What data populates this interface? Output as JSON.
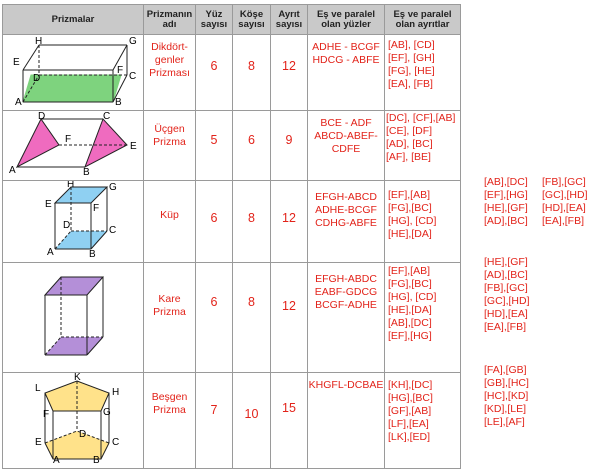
{
  "headers": {
    "prisms": "Prizmalar",
    "name": "Prizmanın adı",
    "faces": "Yüz sayısı",
    "vertices": "Köşe sayısı",
    "edges": "Ayrıt sayısı",
    "parallel_faces": "Eş ve paralel olan yüzler",
    "parallel_edges": "Eş ve paralel olan ayrıtlar"
  },
  "rows": [
    {
      "name": "Dikdört-\ngenler\nPrizması",
      "faces": "6",
      "vertices": "8",
      "edges": "12",
      "pfaces": "ADHE - BCGF\nHDCG - ABFE",
      "pedges": "[AB], [CD]\n[EF], [GH]\n[FG], [HE]\n[EA], [FB]",
      "extra": [],
      "labels": [
        "H",
        "G",
        "E",
        "F",
        "D",
        "C",
        "A",
        "B"
      ]
    },
    {
      "name": "Üçgen\nPrizma",
      "faces": "5",
      "vertices": "6",
      "edges": "9",
      "pfaces": "BCE - ADF\nABCD-ABEF-\nCDFE",
      "pedges": "[DC], [CF],[AB]\n[CE], [DF]\n[AD], [BC]\n[AF], [BE]",
      "extra": [],
      "labels": [
        "D",
        "C",
        "F",
        "E",
        "A",
        "B"
      ]
    },
    {
      "name": "Küp",
      "faces": "6",
      "vertices": "8",
      "edges": "12",
      "pfaces": "EFGH-ABCD\nADHE-BCGF\nCDHG-ABFE",
      "pedges": "[EF],[AB]\n[FG],[BC]\n[HG], [CD]\n[HE],[DA]",
      "extra": [
        "[AB],[DC]\n[EF],[HG]\n[HE],[GF]\n[AD],[BC]",
        "[FB],[GC]\n[GC],[HD]\n[HD],[EA]\n[EA],[FB]"
      ],
      "labels": [
        "H",
        "G",
        "E",
        "F",
        "D",
        "C",
        "A",
        "B"
      ]
    },
    {
      "name": "Kare\nPrizma",
      "faces": "6",
      "vertices": "8",
      "edges": "12",
      "pfaces": "EFGH-ABDC\nEABF-GDCG\nBCGF-ADHE",
      "pedges": "[EF],[AB]\n[FG],[BC]\n[HG], [CD]\n[HE],[DA]\n[AB],[DC]\n[EF],[HG]",
      "extra": [
        "[HE],[GF]\n[AD],[BC]\n[FB],[GC]\n[GC],[HD]\n[HD],[EA]\n[EA],[FB]"
      ],
      "labels": []
    },
    {
      "name": "Beşgen\nPrizma",
      "faces": "7",
      "vertices": "10",
      "edges": "15",
      "pfaces": "KHGFL-DCBAE",
      "pedges": "[KH],[DC]\n[HG],[BC]\n[GF],[AB]\n[LF],[EA]\n[LK],[ED]",
      "extra": [
        "[FA],[GB]\n[GB],[HC]\n[HC],[KD]\n[KD],[LE]\n[LE],[AF]"
      ],
      "labels": [
        "K",
        "L",
        "H",
        "G",
        "F",
        "E",
        "D",
        "C",
        "A",
        "B"
      ]
    }
  ],
  "colors": {
    "header_bg": "#c9c9c9",
    "red": "#e2231a",
    "green": "#7ed37e",
    "pink": "#ef6bbf",
    "blue": "#8fd0f2",
    "purple": "#b48fd8",
    "yellow": "#ffe28a"
  }
}
